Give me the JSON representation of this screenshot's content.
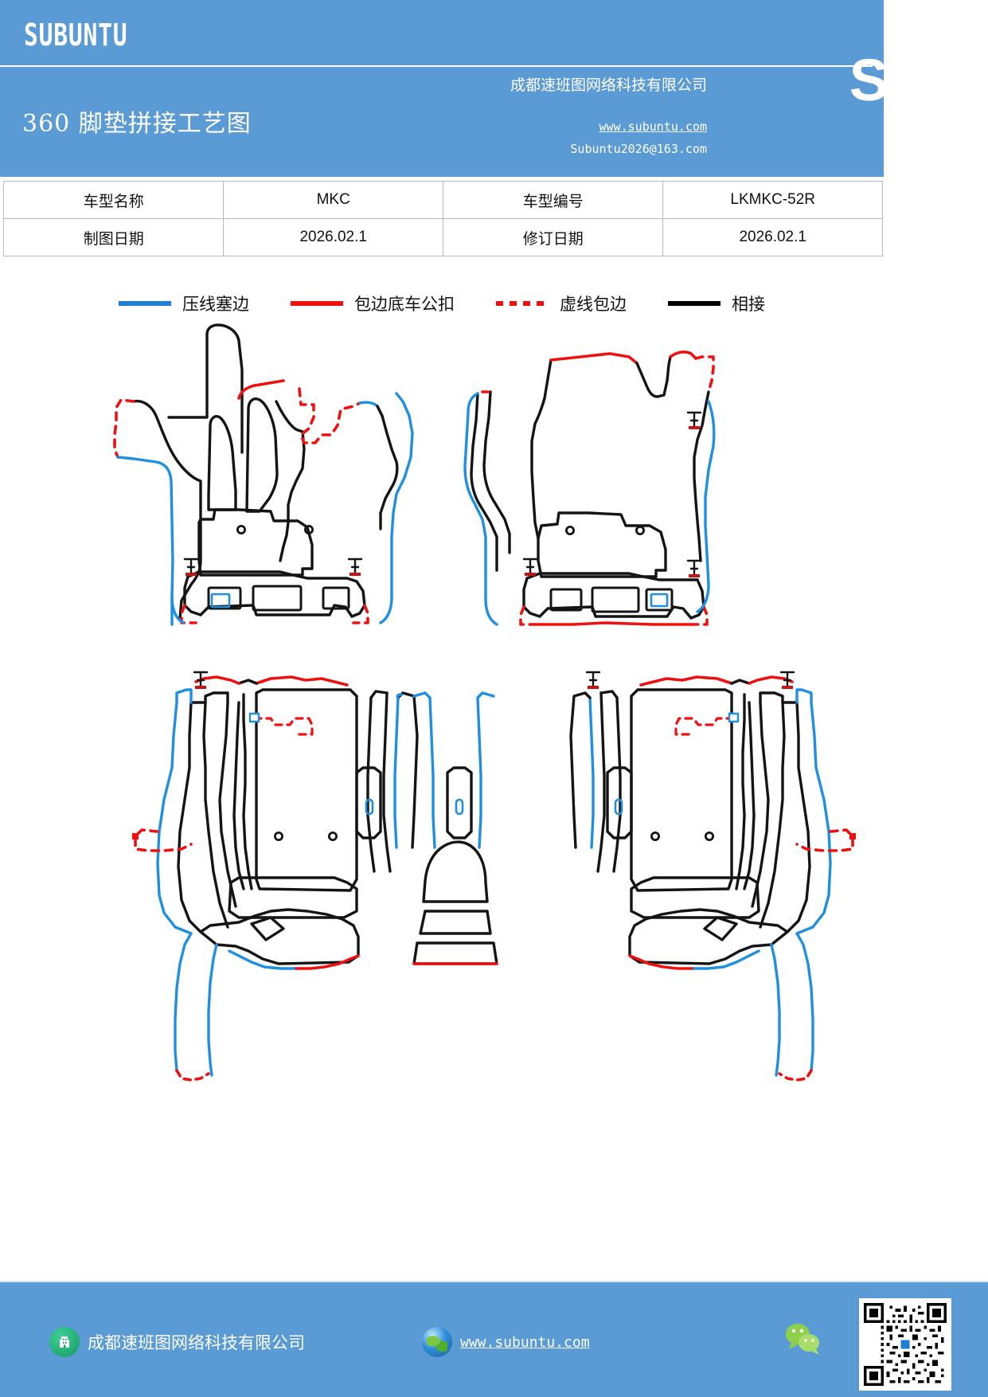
{
  "header": {
    "brand": "SUBUNTU",
    "doc_title": "360 脚垫拼接工艺图",
    "company": "成都速班图网络科技有限公司",
    "website": "www.subuntu.com",
    "email": "Subuntu2026@163.com",
    "sop_badge": "SOP",
    "bg_color": "#5b9bd5"
  },
  "info_table": {
    "rows": [
      {
        "label1": "车型名称",
        "value1": "MKC",
        "label2": "车型编号",
        "value2": "LKMKC-52R"
      },
      {
        "label1": "制图日期",
        "value1": "2026.02.1",
        "label2": "修订日期",
        "value2": "2026.02.1"
      }
    ]
  },
  "legend": {
    "items": [
      {
        "label": "压线塞边",
        "style": "solid",
        "color": "#1f7fd4"
      },
      {
        "label": "包边底车公扣",
        "style": "solid",
        "color": "#ee1111"
      },
      {
        "label": "虚线包边",
        "style": "dashed",
        "color": "#ee1111"
      },
      {
        "label": "相接",
        "style": "solid",
        "color": "#000000"
      }
    ]
  },
  "drawing": {
    "title": "360 floor mat splice process diagram",
    "marker_label": "止",
    "pieces": [
      {
        "name": "front-driver-mat",
        "row": 1,
        "position": "left"
      },
      {
        "name": "front-passenger-mat",
        "row": 1,
        "position": "right"
      },
      {
        "name": "rear-left-mat",
        "row": 2,
        "position": "left"
      },
      {
        "name": "rear-center-mat",
        "row": 2,
        "position": "center"
      },
      {
        "name": "rear-right-mat",
        "row": 2,
        "position": "right"
      }
    ],
    "colors": {
      "seam_black": "#141414",
      "edge_blue": "#1f8fe0",
      "edge_red": "#ee1111"
    }
  },
  "footer": {
    "company": "成都速班图网络科技有限公司",
    "website": "www.subuntu.com",
    "bg_color": "#5b9bd5"
  }
}
